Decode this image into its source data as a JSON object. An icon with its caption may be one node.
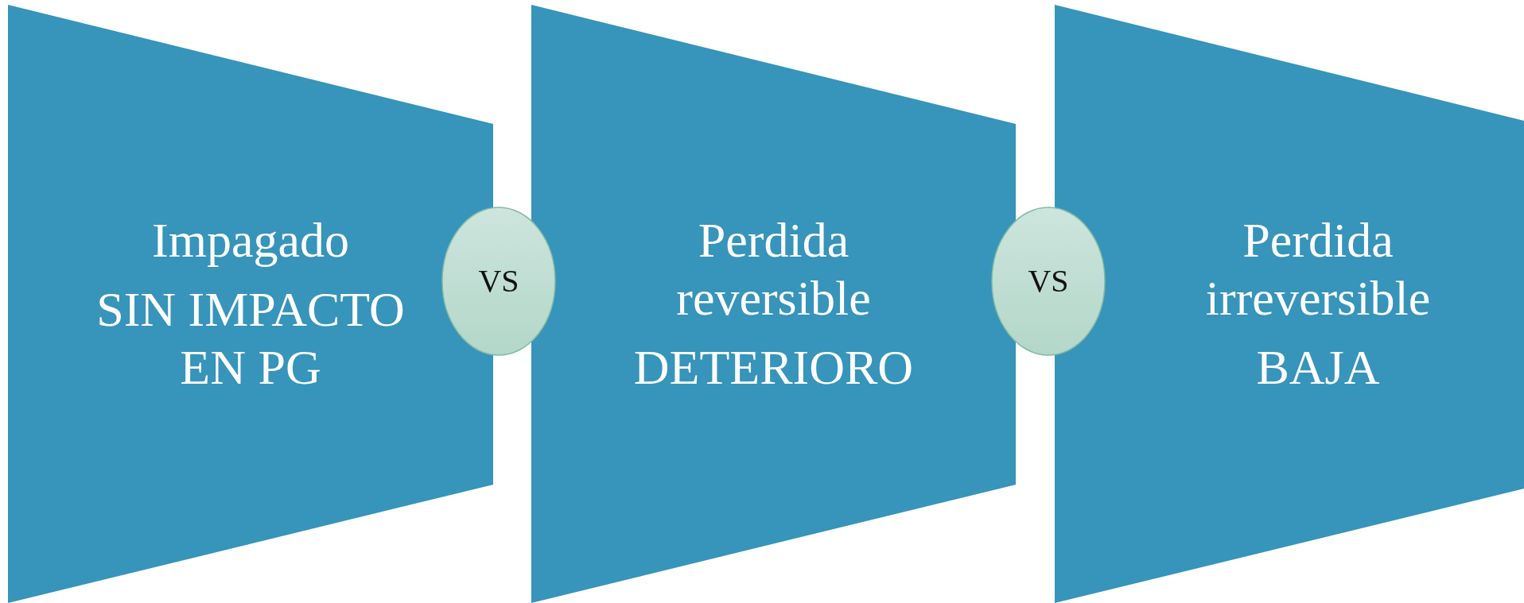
{
  "diagram": {
    "nodes": [
      {
        "text": [
          "Impagado",
          "SIN IMPACTO EN PG"
        ]
      },
      {
        "text": [
          "VS"
        ]
      },
      {
        "text": [
          "Perdida reversible",
          "DETERIORO"
        ]
      },
      {
        "text": [
          "VS"
        ]
      },
      {
        "text": [
          "Perdida irreversible",
          "BAJA"
        ]
      }
    ]
  }
}
